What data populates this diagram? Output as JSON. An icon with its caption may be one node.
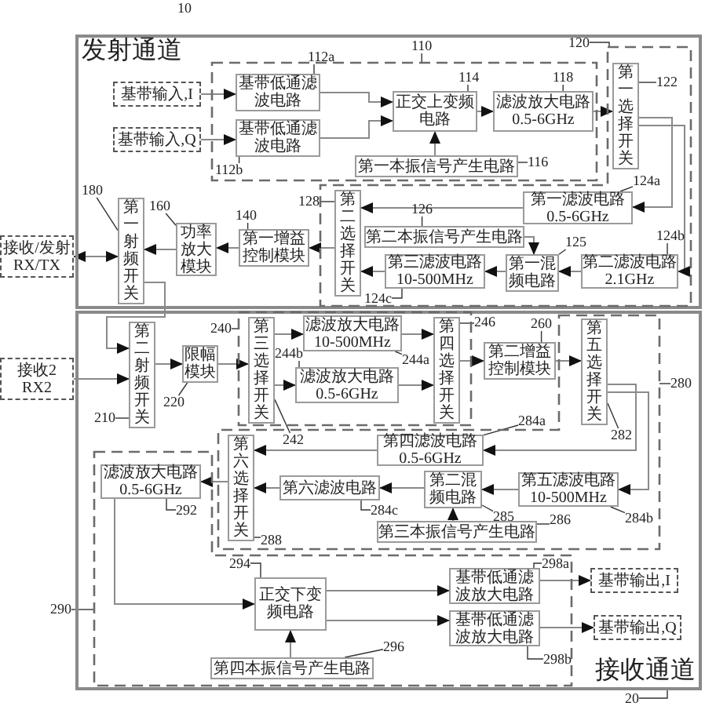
{
  "diagram": {
    "nodes": [
      {
        "text": [
          "发射通道"
        ]
      },
      {
        "text": [
          "基带输入,I"
        ],
        "in": 0
      },
      {
        "text": [
          "基带输入,Q"
        ],
        "in": 0
      },
      {
        "text": [],
        "shape": "box",
        "in": 0
      },
      {
        "text": [
          "基带低通滤波电路"
        ],
        "in": 3
      },
      {
        "text": [
          "基带低通滤波电路"
        ],
        "in": 3
      },
      {
        "text": [
          "正交上变频电路"
        ],
        "in": 3
      },
      {
        "text": [
          "滤波放大电路 0.5-6GHz"
        ],
        "in": 3
      },
      {
        "text": [
          "第一本振信号产生电路"
        ],
        "in": 3
      },
      {
        "text": [],
        "shape": "box",
        "in": 0
      },
      {
        "text": [
          "第一选择开关"
        ],
        "in": 9
      },
      {
        "text": [
          "第一滤波电路 0.5-6GHz"
        ],
        "in": 9
      },
      {
        "text": [
          "第二本振信号产生电路"
        ],
        "in": 9
      },
      {
        "text": [
          "第三滤波电路 10-500MHz"
        ],
        "in": 9
      },
      {
        "text": [
          "第一混频电路"
        ],
        "in": 9
      },
      {
        "text": [
          "第二滤波电路 2.1GHz"
        ],
        "in": 9
      },
      {
        "text": [
          "第二选择开关"
        ],
        "in": 9
      },
      {
        "text": [
          "第一增益控制模块"
        ],
        "in": 0
      },
      {
        "text": [
          "功率放大模块"
        ],
        "in": 0
      },
      {
        "text": [
          "第一射频开关"
        ],
        "in": 0
      },
      {
        "text": [
          "接收/发射 RX/TX"
        ]
      },
      {
        "text": [
          "接收通道"
        ]
      },
      {
        "text": [
          "接收2 RX2"
        ]
      },
      {
        "text": [
          "第二射频开关"
        ],
        "in": 21
      },
      {
        "text": [
          "限幅模块"
        ],
        "in": 21
      },
      {
        "text": [],
        "shape": "box",
        "in": 21
      },
      {
        "text": [
          "第三选择开关"
        ],
        "in": 25
      },
      {
        "text": [
          "滤波放大电路 10-500MHz"
        ],
        "in": 25
      },
      {
        "text": [
          "滤波放大电路 0.5-6GHz"
        ],
        "in": 25
      },
      {
        "text": [
          "第四选择开关"
        ],
        "in": 25
      },
      {
        "text": [
          "第二增益控制模块"
        ],
        "in": 21
      },
      {
        "text": [],
        "shape": "box",
        "in": 21
      },
      {
        "text": [
          "第五选择开关"
        ],
        "in": 31
      },
      {
        "text": [
          "第四滤波电路 0.5-6GHz"
        ],
        "in": 31
      },
      {
        "text": [
          "第五滤波电路 10-500MHz"
        ],
        "in": 31
      },
      {
        "text": [
          "第二混频电路"
        ],
        "in": 31
      },
      {
        "text": [
          "第六滤波电路"
        ],
        "in": 31
      },
      {
        "text": [
          "第三本振信号产生电路"
        ],
        "in": 31
      },
      {
        "text": [
          "第六选择开关"
        ],
        "in": 31
      },
      {
        "text": [],
        "shape": "box",
        "in": 21
      },
      {
        "text": [
          "滤波放大电路 0.5-6GHz"
        ],
        "in": 39
      },
      {
        "text": [
          "正交下变频电路"
        ],
        "in": 39
      },
      {
        "text": [
          "第四本振信号产生电路"
        ],
        "in": 39
      },
      {
        "text": [
          "基带低通滤波放大电路"
        ],
        "in": 39
      },
      {
        "text": [
          "基带低通滤波放大电路"
        ],
        "in": 39
      },
      {
        "text": [
          "基带输出,I"
        ],
        "in": 21
      },
      {
        "text": [
          "基带输出,Q"
        ],
        "in": 21
      },
      {
        "text": [
          "110"
        ],
        "in": 0
      },
      {
        "text": [
          "112a"
        ],
        "in": 0
      },
      {
        "text": [
          "112b"
        ],
        "in": 3
      },
      {
        "text": [
          "114"
        ],
        "in": 3
      },
      {
        "text": [
          "118"
        ],
        "in": 3
      },
      {
        "text": [
          "116"
        ],
        "in": 3
      },
      {
        "text": [
          "120"
        ],
        "in": 0
      },
      {
        "text": [
          "122"
        ],
        "in": 9
      },
      {
        "text": [
          "124a"
        ],
        "in": 9
      },
      {
        "text": [
          "126"
        ],
        "in": 9
      },
      {
        "text": [
          "125"
        ],
        "in": 9
      },
      {
        "text": [
          "124b"
        ],
        "in": 9
      },
      {
        "text": [
          "124c"
        ],
        "in": 9
      },
      {
        "text": [
          "128"
        ],
        "in": 0
      },
      {
        "text": [
          "140"
        ],
        "in": 0
      },
      {
        "text": [
          "160"
        ],
        "in": 0
      },
      {
        "text": [
          "180"
        ],
        "in": 0
      },
      {
        "text": [
          "210"
        ],
        "in": 21
      },
      {
        "text": [
          "220"
        ],
        "in": 21
      },
      {
        "text": [
          "240"
        ],
        "in": 21
      },
      {
        "text": [
          "242"
        ],
        "in": 31
      },
      {
        "text": [
          "244a"
        ],
        "in": 25
      },
      {
        "text": [
          "244b"
        ],
        "in": 25
      },
      {
        "text": [
          "246"
        ],
        "in": 21
      },
      {
        "text": [
          "260"
        ],
        "in": 21
      },
      {
        "text": [
          "280"
        ],
        "in": 21
      },
      {
        "text": [
          "282"
        ],
        "in": 31
      },
      {
        "text": [
          "284a"
        ],
        "in": 21
      },
      {
        "text": [
          "284b"
        ],
        "in": 31
      },
      {
        "text": [
          "285"
        ],
        "in": 31
      },
      {
        "text": [
          "284c"
        ],
        "in": 31
      },
      {
        "text": [
          "286"
        ],
        "in": 31
      },
      {
        "text": [
          "288"
        ],
        "in": 31
      },
      {
        "text": [
          "290"
        ]
      },
      {
        "text": [
          "292"
        ],
        "in": 39
      },
      {
        "text": [
          "294"
        ],
        "in": 39
      },
      {
        "text": [
          "296"
        ],
        "in": 39
      },
      {
        "text": [
          "298a"
        ],
        "in": 39
      },
      {
        "text": [
          "298b"
        ],
        "in": 39
      },
      {
        "text": [
          "20"
        ]
      }
    ],
    "edges": [
      {
        "from": 1,
        "to": 4,
        "arrow": "to"
      },
      {
        "from": 2,
        "to": 5,
        "arrow": "to"
      },
      {
        "from": 4,
        "to": 6,
        "arrow": "to"
      },
      {
        "from": 5,
        "to": 6,
        "arrow": "to"
      },
      {
        "from": 8,
        "to": 6,
        "arrow": "to"
      },
      {
        "from": 6,
        "to": 7,
        "arrow": "to"
      },
      {
        "from": 7,
        "to": 10,
        "arrow": "to"
      },
      {
        "from": 10,
        "to": 11,
        "arrow": "to"
      },
      {
        "from": 10,
        "to": 15,
        "arrow": "to"
      },
      {
        "from": 11,
        "to": 16,
        "arrow": "to"
      },
      {
        "from": 12,
        "to": 14,
        "arrow": "to"
      },
      {
        "from": 15,
        "to": 14,
        "arrow": "to"
      },
      {
        "from": 14,
        "to": 13,
        "arrow": "to"
      },
      {
        "from": 13,
        "to": 16,
        "arrow": "to"
      },
      {
        "from": 16,
        "to": 17,
        "arrow": "to"
      },
      {
        "from": 17,
        "to": 18,
        "arrow": "to"
      },
      {
        "from": 18,
        "to": 19,
        "arrow": "to"
      },
      {
        "from": 19,
        "to": 20,
        "arrow": "both"
      },
      {
        "from": 19,
        "to": 23,
        "arrow": "to"
      },
      {
        "from": 22,
        "to": 23,
        "arrow": "to"
      },
      {
        "from": 23,
        "to": 24,
        "arrow": "to"
      },
      {
        "from": 24,
        "to": 26,
        "arrow": "to"
      },
      {
        "from": 26,
        "to": 27,
        "arrow": "to"
      },
      {
        "from": 26,
        "to": 28,
        "arrow": "to"
      },
      {
        "from": 27,
        "to": 29,
        "arrow": "to"
      },
      {
        "from": 28,
        "to": 29,
        "arrow": "to"
      },
      {
        "from": 29,
        "to": 30,
        "arrow": "to"
      },
      {
        "from": 30,
        "to": 32,
        "arrow": "to"
      },
      {
        "from": 32,
        "to": 33,
        "arrow": "to"
      },
      {
        "from": 32,
        "to": 34,
        "arrow": "to"
      },
      {
        "from": 34,
        "to": 35,
        "arrow": "to"
      },
      {
        "from": 37,
        "to": 35,
        "arrow": "to"
      },
      {
        "from": 35,
        "to": 36,
        "arrow": "to"
      },
      {
        "from": 36,
        "to": 38,
        "arrow": "to"
      },
      {
        "from": 33,
        "to": 38,
        "arrow": "to"
      },
      {
        "from": 38,
        "to": 40,
        "arrow": "to"
      },
      {
        "from": 40,
        "to": 41,
        "arrow": "to"
      },
      {
        "from": 42,
        "to": 41,
        "arrow": "to"
      },
      {
        "from": 41,
        "to": 43,
        "arrow": "to"
      },
      {
        "from": 41,
        "to": 44,
        "arrow": "to"
      },
      {
        "from": 43,
        "to": 45,
        "arrow": "to"
      },
      {
        "from": 44,
        "to": 46,
        "arrow": "to"
      },
      {
        "from": 47,
        "to": 3,
        "arrow": "none"
      },
      {
        "from": 48,
        "to": 4,
        "arrow": "none"
      },
      {
        "from": 49,
        "to": 5,
        "arrow": "none"
      },
      {
        "from": 50,
        "to": 6,
        "arrow": "none"
      },
      {
        "from": 51,
        "to": 7,
        "arrow": "none"
      },
      {
        "from": 52,
        "to": 8,
        "arrow": "none"
      },
      {
        "from": 53,
        "to": 9,
        "arrow": "none"
      },
      {
        "from": 54,
        "to": 10,
        "arrow": "none"
      },
      {
        "from": 55,
        "to": 11,
        "arrow": "none"
      },
      {
        "from": 56,
        "to": 12,
        "arrow": "none"
      },
      {
        "from": 57,
        "to": 14,
        "arrow": "none"
      },
      {
        "from": 58,
        "to": 15,
        "arrow": "none"
      },
      {
        "from": 59,
        "to": 13,
        "arrow": "none"
      },
      {
        "from": 60,
        "to": 16,
        "arrow": "none"
      },
      {
        "from": 61,
        "to": 17,
        "arrow": "none"
      },
      {
        "from": 62,
        "to": 18,
        "arrow": "none"
      },
      {
        "from": 63,
        "to": 19,
        "arrow": "none"
      },
      {
        "from": 64,
        "to": 23,
        "arrow": "none"
      },
      {
        "from": 65,
        "to": 24,
        "arrow": "none"
      },
      {
        "from": 66,
        "to": 25,
        "arrow": "none"
      },
      {
        "from": 67,
        "to": 26,
        "arrow": "none"
      },
      {
        "from": 68,
        "to": 27,
        "arrow": "none"
      },
      {
        "from": 69,
        "to": 28,
        "arrow": "none"
      },
      {
        "from": 70,
        "to": 29,
        "arrow": "none"
      },
      {
        "from": 71,
        "to": 30,
        "arrow": "none"
      },
      {
        "from": 72,
        "to": 31,
        "arrow": "none"
      },
      {
        "from": 73,
        "to": 32,
        "arrow": "none"
      },
      {
        "from": 74,
        "to": 33,
        "arrow": "none"
      },
      {
        "from": 75,
        "to": 34,
        "arrow": "none"
      },
      {
        "from": 76,
        "to": 35,
        "arrow": "none"
      },
      {
        "from": 77,
        "to": 36,
        "arrow": "none"
      },
      {
        "from": 78,
        "to": 37,
        "arrow": "none"
      },
      {
        "from": 79,
        "to": 38,
        "arrow": "none"
      },
      {
        "from": 80,
        "to": 39,
        "arrow": "none"
      },
      {
        "from": 81,
        "to": 40,
        "arrow": "none"
      },
      {
        "from": 82,
        "to": 41,
        "arrow": "none"
      },
      {
        "from": 83,
        "to": 42,
        "arrow": "none"
      },
      {
        "from": 84,
        "to": 43,
        "arrow": "none"
      },
      {
        "from": 85,
        "to": 44,
        "arrow": "none"
      },
      {
        "from": 86,
        "to": 21,
        "arrow": "none"
      }
    ],
    "labels": [
      "10"
    ]
  }
}
